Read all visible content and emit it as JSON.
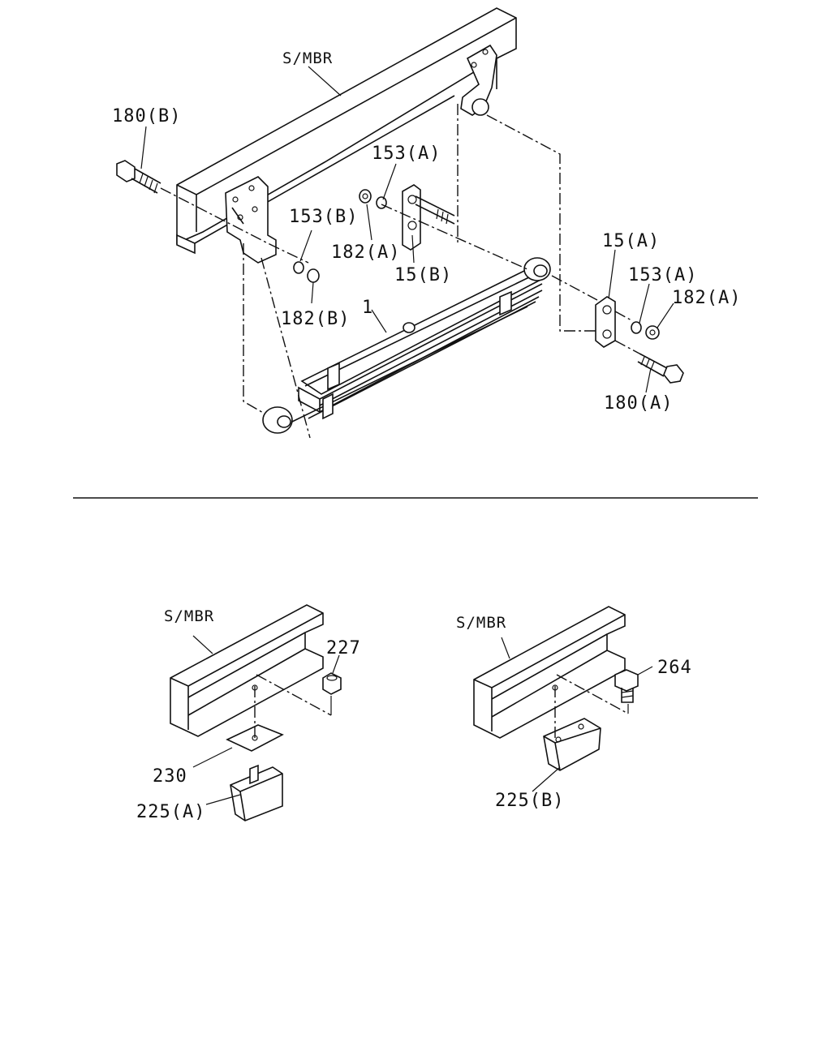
{
  "labels": {
    "smbr_top": "S/MBR",
    "p180b": "180(B)",
    "p153a_top": "153(A)",
    "p153b": "153(B)",
    "p182a_left": "182(A)",
    "p15b": "15(B)",
    "p15a": "15(A)",
    "p153a_right": "153(A)",
    "p182a_right": "182(A)",
    "p182b": "182(B)",
    "p1": "1",
    "p180a": "180(A)",
    "smbr_left": "S/MBR",
    "p227": "227",
    "p230": "230",
    "p225a": "225(A)",
    "smbr_right": "S/MBR",
    "p264": "264",
    "p225b": "225(B)"
  }
}
